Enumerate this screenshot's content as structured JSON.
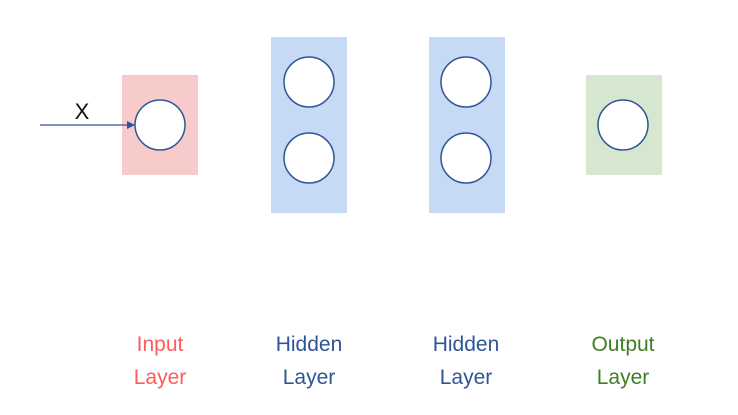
{
  "input_symbol": "X",
  "colors": {
    "input_layer": "#f8cbcb",
    "hidden_layer": "#c6d9f5",
    "output_layer": "#d6e7cf",
    "node_stroke": "#2f5597",
    "arrow": "#2f5597",
    "input_label": "#ff5b5b",
    "hidden_label": "#2f5597",
    "output_label": "#3f7f24"
  },
  "layers": [
    {
      "kind": "input",
      "label_line1": "Input",
      "label_line2": "Layer",
      "nodes": 1
    },
    {
      "kind": "hidden",
      "label_line1": "Hidden",
      "label_line2": "Layer",
      "nodes": 2
    },
    {
      "kind": "hidden",
      "label_line1": "Hidden",
      "label_line2": "Layer",
      "nodes": 2
    },
    {
      "kind": "output",
      "label_line1": "Output",
      "label_line2": "Layer",
      "nodes": 1
    }
  ]
}
